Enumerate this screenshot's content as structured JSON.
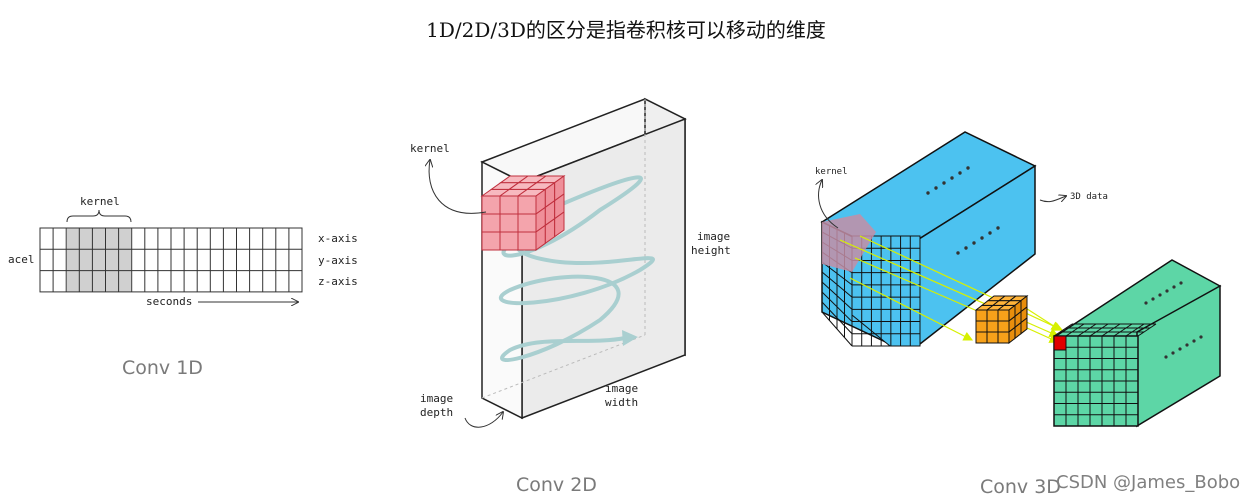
{
  "title": "1D/2D/3D的区分是指卷积核可以移动的维度",
  "conv1d": {
    "kernel_label": "kernel",
    "row_label": "acel",
    "axis_labels": [
      "x-axis",
      "y-axis",
      "z-axis"
    ],
    "x_label": "seconds",
    "caption": "Conv 1D"
  },
  "conv2d": {
    "kernel_label": "kernel",
    "height_label_1": "image",
    "height_label_2": "height",
    "width_label_1": "image",
    "width_label_2": "width",
    "depth_label_1": "image",
    "depth_label_2": "depth",
    "caption": "Conv 2D"
  },
  "conv3d": {
    "kernel_label": "kernel",
    "data_label": "3D data",
    "caption": "Conv 3D"
  },
  "watermark": "CSDN @James_Bobo",
  "colors": {
    "kernel_red": "#f4a4ac",
    "grid_gray": "#d0d0d0",
    "spiral": "#a9cfd0",
    "cube_blue": "#4cc2f0",
    "cube_green": "#5dd6a6",
    "kernel_orange": "#f7a11a",
    "highlight_red": "#e00000",
    "arrow_yellow": "#d7f000"
  }
}
